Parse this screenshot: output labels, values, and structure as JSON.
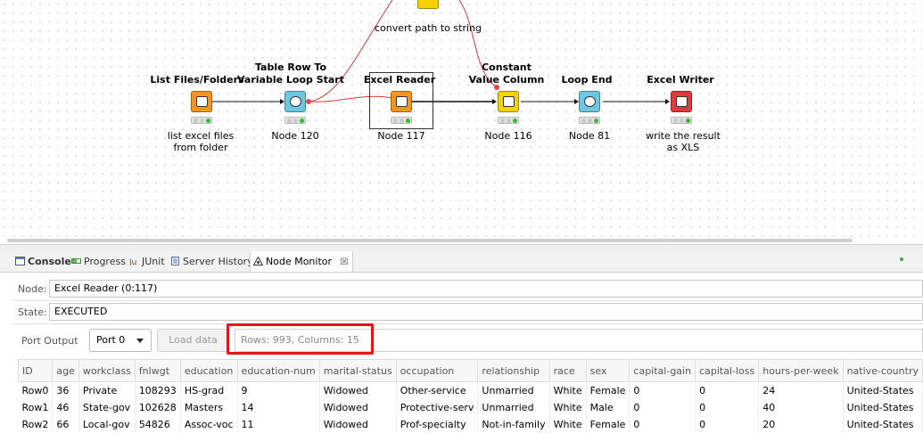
{
  "canvas": {
    "link_color": "#d43a3a",
    "flow_color": "#111111",
    "nodes": [
      {
        "id": "list-files",
        "title": "List Files/Folders",
        "label": "list excel files\nfrom folder",
        "color": "#f7941d",
        "icon": "folder-list-icon"
      },
      {
        "id": "table-row-loop",
        "title": "Table Row To\nVariable Loop Start",
        "label": "Node 120",
        "color": "#6cc8e0",
        "icon": "loop-start-icon"
      },
      {
        "id": "excel-reader",
        "title": "Excel Reader",
        "label": "Node 117",
        "color": "#f7941d",
        "icon": "excel-read-icon"
      },
      {
        "id": "constant-value",
        "title": "Constant\nValue Column",
        "label": "Node 116",
        "color": "#f5d200",
        "icon": "constant-column-icon"
      },
      {
        "id": "loop-end",
        "title": "Loop End",
        "label": "Node 81",
        "color": "#6cc8e0",
        "icon": "loop-end-icon"
      },
      {
        "id": "excel-writer",
        "title": "Excel Writer",
        "label": "write the result\nas XLS",
        "color": "#e0393e",
        "icon": "excel-write-icon"
      },
      {
        "id": "convert-path",
        "title": "",
        "label": "convert path to string",
        "color": "#f5d200",
        "icon": "string-manipulation-icon"
      }
    ]
  },
  "tabs": [
    {
      "label": "Console",
      "icon": "console-icon",
      "bold": true
    },
    {
      "label": "Progress",
      "icon": "progress-icon"
    },
    {
      "label": "JUnit",
      "icon": "junit-icon"
    },
    {
      "label": "Server History",
      "icon": "server-history-icon"
    },
    {
      "label": "Node Monitor",
      "icon": "node-monitor-icon",
      "active": true,
      "close": "☒"
    }
  ],
  "monitor": {
    "node_label": "Node:",
    "node_value": "Excel Reader  (0:117)",
    "state_label": "State:",
    "state_value": "EXECUTED",
    "port_output_label": "Port Output",
    "port_selected": "Port 0",
    "load_button": "Load data",
    "rows_columns": "Rows: 993, Columns: 15",
    "highlight_color": "#e8141b"
  },
  "table": {
    "headers": [
      "ID",
      "age",
      "workclass",
      "fnlwgt",
      "education",
      "education-num",
      "marital-status",
      "occupation",
      "relationship",
      "race",
      "sex",
      "capital-gain",
      "capital-loss",
      "hours-per-week",
      "native-country"
    ],
    "rows": [
      [
        "Row0",
        "36",
        "Private",
        "108293",
        "HS-grad",
        "9",
        "Widowed",
        "Other-service",
        "Unmarried",
        "White",
        "Female",
        "0",
        "0",
        "24",
        "United-States"
      ],
      [
        "Row1",
        "46",
        "State-gov",
        "102628",
        "Masters",
        "14",
        "Widowed",
        "Protective-serv",
        "Unmarried",
        "White",
        "Male",
        "0",
        "0",
        "40",
        "United-States"
      ],
      [
        "Row2",
        "66",
        "Local-gov",
        "54826",
        "Assoc-voc",
        "11",
        "Widowed",
        "Prof-specialty",
        "Not-in-family",
        "White",
        "Female",
        "0",
        "0",
        "20",
        "United-States"
      ]
    ]
  }
}
